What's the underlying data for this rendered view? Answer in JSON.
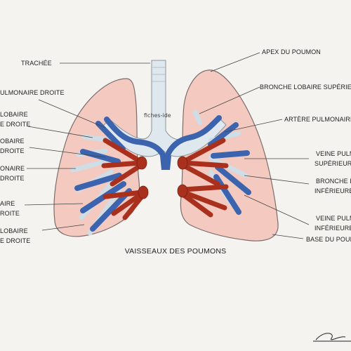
{
  "diagram": {
    "title": "VAISSEAUX DES POUMONS",
    "watermark": "fiches-ide",
    "labels_left": [
      "TRACHÉE",
      "ULMONAIRE DROITE",
      "LOBAIRE",
      "E DROITE",
      "OBAIRE",
      "DROITE",
      "ONAIRE",
      "DROITE",
      "AIRE",
      "ROITE",
      "LOBAIRE",
      "E DROITE"
    ],
    "labels_right": [
      "APEX DU POUMON",
      "BRONCHE LOBAIRE SUPÉRIEURE",
      "ARTÈRE PULMONAIRE",
      "VEINE PULM",
      "SUPÉRIEURE",
      "BRONCHE L",
      "INFÉRIEURE",
      "VEINE PULM",
      "INFÉRIEURE",
      "BASE DU POUM"
    ],
    "colors": {
      "lung": "#f3c9c0",
      "airway": "#dfe8ee",
      "artery": "#3c63ad",
      "vein": "#a8301c"
    }
  }
}
